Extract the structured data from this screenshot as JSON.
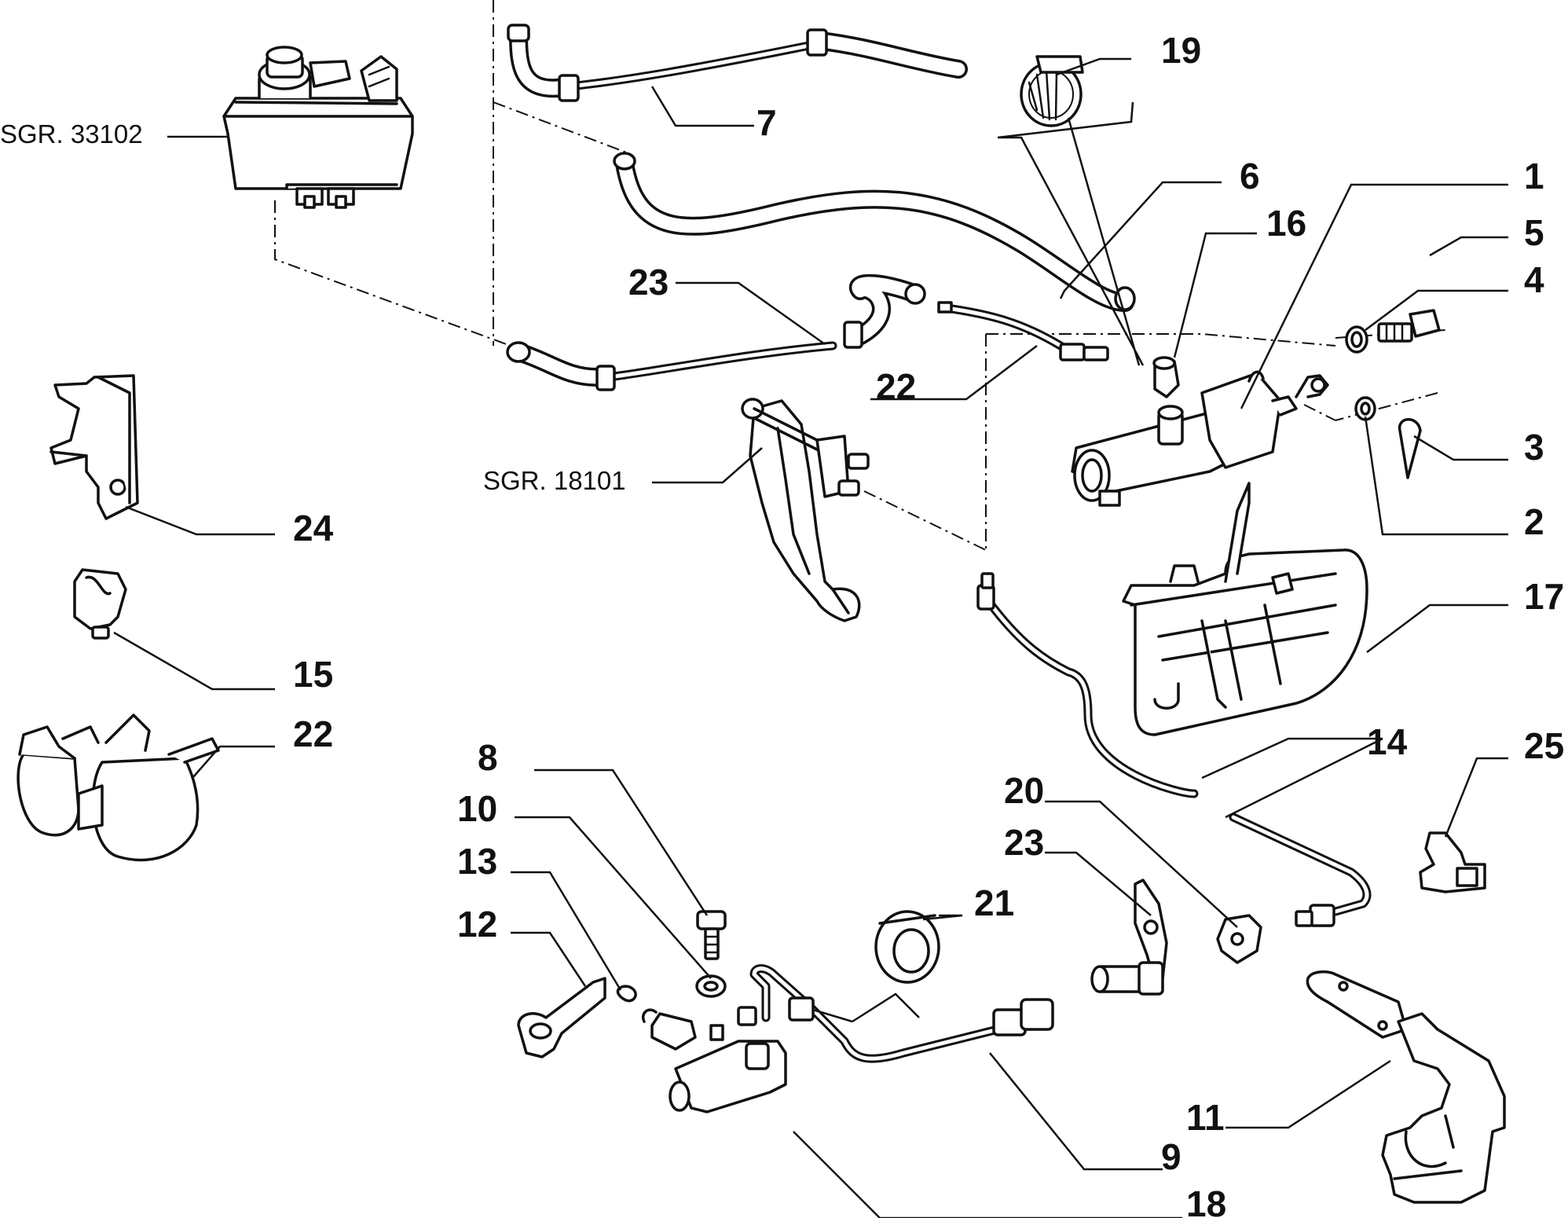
{
  "references": {
    "reservoir_ref": "SGR. 33102",
    "pedal_ref": "SGR. 18101"
  },
  "callouts": {
    "n1": "1",
    "n2": "2",
    "n3": "3",
    "n4": "4",
    "n5": "5",
    "n6": "6",
    "n7": "7",
    "n8": "8",
    "n9": "9",
    "n10": "10",
    "n11": "11",
    "n12": "12",
    "n13": "13",
    "n14": "14",
    "n15": "15",
    "n16": "16",
    "n17": "17",
    "n18": "18",
    "n19": "19",
    "n20": "20",
    "n21": "21",
    "n22a": "22",
    "n22b": "22",
    "n23a": "23",
    "n23b": "23",
    "n24": "24",
    "n25": "25"
  }
}
